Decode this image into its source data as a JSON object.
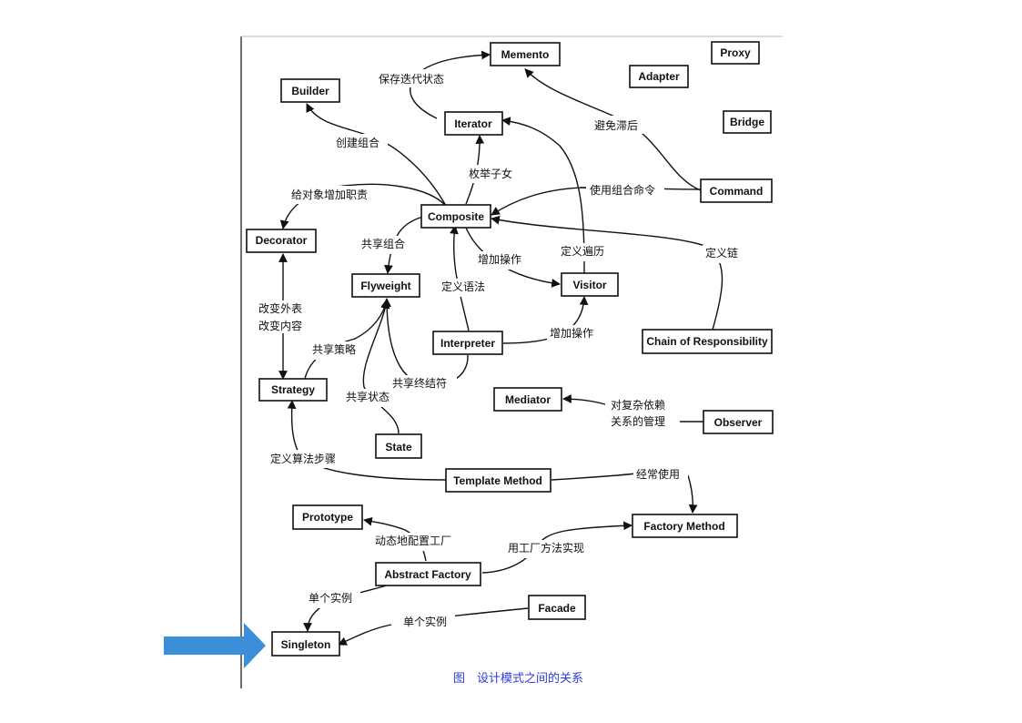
{
  "diagram": {
    "caption": "图　设计模式之间的关系",
    "accent_arrow_color": "#3a8fd8",
    "nodes": {
      "memento": "Memento",
      "proxy": "Proxy",
      "adapter": "Adapter",
      "builder": "Builder",
      "iterator": "Iterator",
      "bridge": "Bridge",
      "command": "Command",
      "composite": "Composite",
      "decorator": "Decorator",
      "flyweight": "Flyweight",
      "visitor": "Visitor",
      "chain": "Chain of Responsibility",
      "interpreter": "Interpreter",
      "strategy": "Strategy",
      "mediator": "Mediator",
      "observer": "Observer",
      "state": "State",
      "template": "Template Method",
      "prototype": "Prototype",
      "factory_method": "Factory Method",
      "abstract_factory": "Abstract Factory",
      "facade": "Facade",
      "singleton": "Singleton"
    },
    "edge_labels": {
      "save_iteration_state": "保存迭代状态",
      "avoid_lag": "避免滞后",
      "create_composite": "创建组合",
      "enumerate_children": "枚举子女",
      "add_responsibility": "给对象增加职责",
      "compose_commands": "使用组合命令",
      "share_composite": "共享组合",
      "add_operation_1": "增加操作",
      "define_traversal": "定义遍历",
      "define_chain": "定义链",
      "define_grammar": "定义语法",
      "change_skin_1": "改变外表",
      "change_skin_2": "改变内容",
      "add_operation_2": "增加操作",
      "share_strategy": "共享策略",
      "share_terminal": "共享终结符",
      "share_state": "共享状态",
      "complex_deps_1": "对复杂依赖",
      "complex_deps_2": "关系的管理",
      "define_algorithm_steps": "定义算法步骤",
      "often_used": "经常使用",
      "dynamic_factory": "动态地配置工厂",
      "via_factory_method": "用工厂方法实现",
      "single_instance_1": "单个实例",
      "single_instance_2": "单个实例"
    }
  }
}
